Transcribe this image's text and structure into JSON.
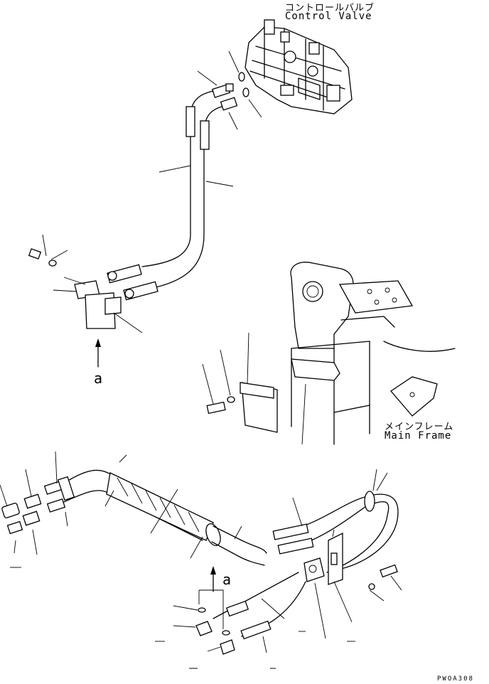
{
  "labels": {
    "control_valve_jp": "コントロールバルブ",
    "control_valve_en": "Control Valve",
    "main_frame_jp": "メインフレーム",
    "main_frame_en": "Main Frame",
    "view_a_upper": "a",
    "view_a_lower": "a",
    "drawing_code": "PWOA308"
  },
  "style": {
    "line_color": "#000000",
    "background": "#ffffff"
  }
}
